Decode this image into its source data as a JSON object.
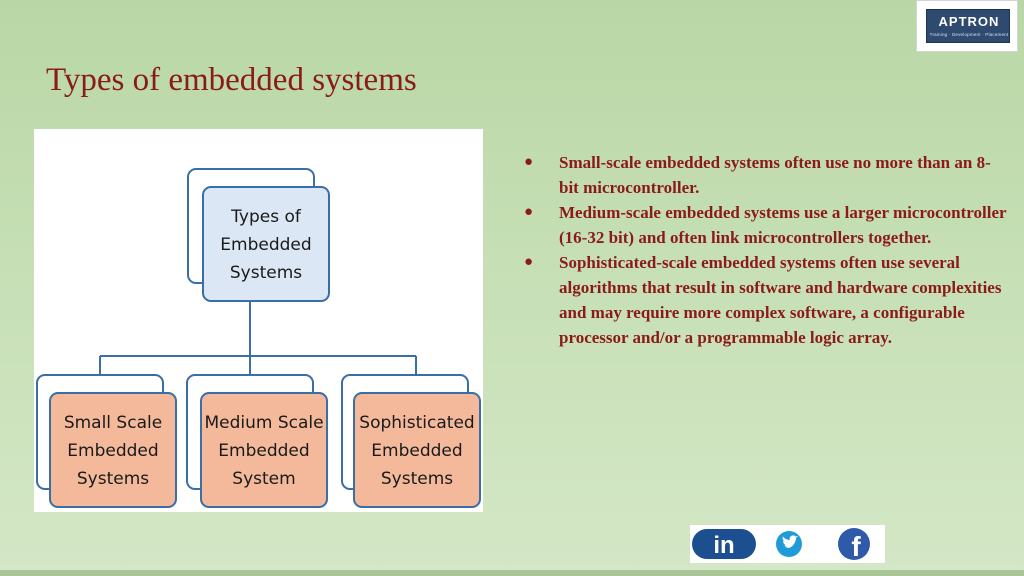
{
  "slide": {
    "title": "Types of embedded systems"
  },
  "logo": {
    "word": "APTRON",
    "tagline": "Training · Development · Placement"
  },
  "diagram": {
    "root_lines": [
      "Types of",
      "Embedded",
      "Systems"
    ],
    "children": [
      {
        "lines": [
          "Small Scale",
          "Embedded",
          "Systems"
        ]
      },
      {
        "lines": [
          "Medium Scale",
          "Embedded",
          "System"
        ]
      },
      {
        "lines": [
          "Sophisticated",
          "Embedded",
          "Systems"
        ]
      }
    ],
    "colors": {
      "root_fill": "#dbe7f5",
      "child_fill": "#f3b99a",
      "outline": "#3a6ea5"
    }
  },
  "bullets": [
    "Small-scale embedded systems often use no more than an 8-bit microcontroller.",
    "Medium-scale embedded systems use a larger microcontroller (16-32 bit) and often link microcontrollers together.",
    "Sophisticated-scale embedded systems often use several algorithms that result in software and hardware complexities and may require more complex software, a configurable processor and/or a programmable logic array."
  ],
  "social": {
    "icons": [
      "linkedin-icon",
      "twitter-icon",
      "facebook-icon"
    ],
    "linkedin_text": "in",
    "facebook_text": "f"
  },
  "colors": {
    "title": "#8b1a1a",
    "background": "#c6dfb5"
  }
}
